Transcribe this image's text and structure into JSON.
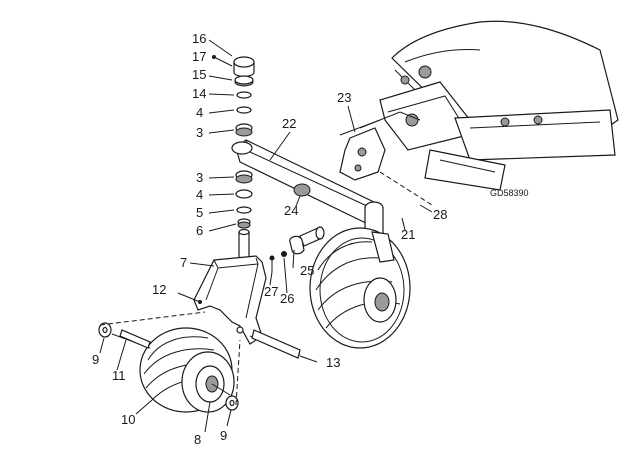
{
  "figure_code": "GD58390",
  "callouts": [
    "16",
    "17",
    "15",
    "14",
    "4",
    "3",
    "22",
    "23",
    "3",
    "4",
    "5",
    "6",
    "24",
    "21",
    "28",
    "25",
    "7",
    "27",
    "26",
    "12",
    "9",
    "11",
    "13",
    "10",
    "8",
    "9"
  ]
}
